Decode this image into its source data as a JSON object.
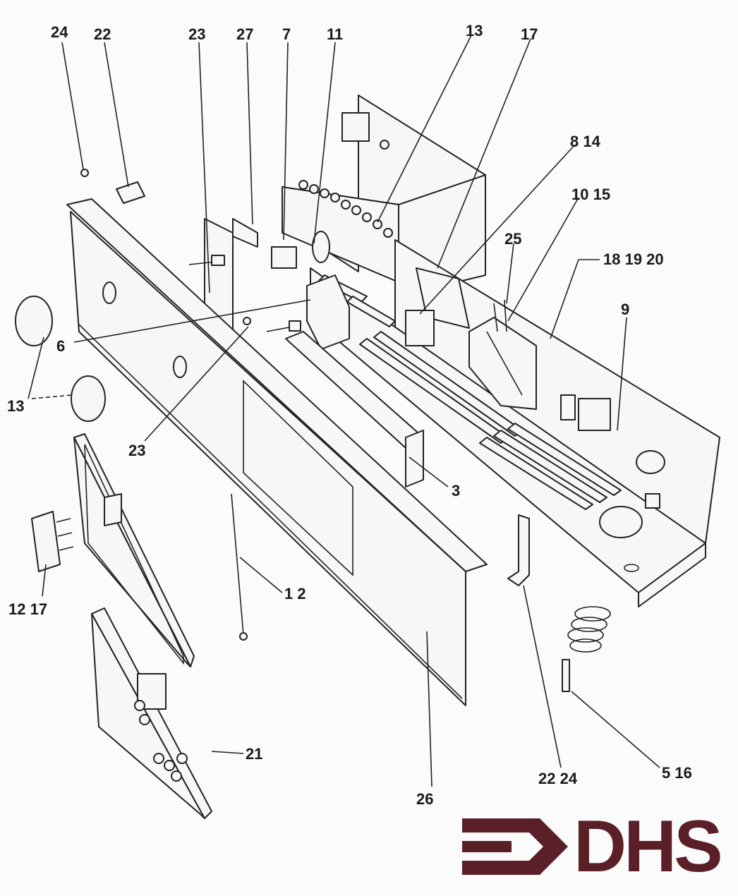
{
  "labels": {
    "l24a": "24",
    "l22a": "22",
    "l23a": "23",
    "l27": "27",
    "l7": "7",
    "l11": "11",
    "l13a": "13",
    "l17a": "17",
    "l8_14": "8  14",
    "l10_15": "10  15",
    "l25": "25",
    "l18_19_20": "18  19  20",
    "l9": "9",
    "l6": "6",
    "l13b": "13",
    "l23b": "23",
    "l3": "3",
    "l1_2": "1  2",
    "l12_17": "12  17",
    "l21": "21",
    "l26": "26",
    "l22_24": "22  24",
    "l5_16": "5  16"
  },
  "logo": {
    "text": "DHS",
    "color": "#5a1f27"
  }
}
